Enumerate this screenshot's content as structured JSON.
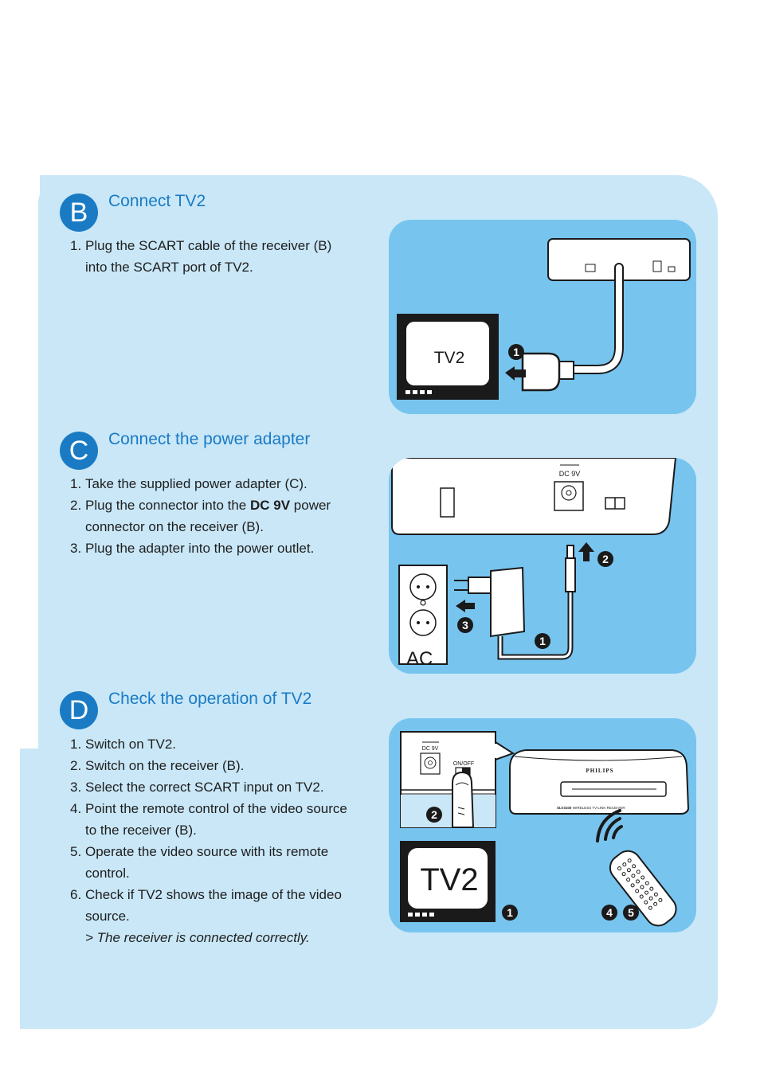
{
  "sections": [
    {
      "letter": "B",
      "title": "Connect TV2",
      "steps": [
        {
          "n": "1.",
          "text": "Plug the SCART cable of the receiver (B) into the SCART port of TV2."
        }
      ],
      "illustration": {
        "tv_label": "TV2",
        "callouts": [
          "1"
        ]
      }
    },
    {
      "letter": "C",
      "title": "Connect the power adapter",
      "steps": [
        {
          "n": "1.",
          "text": "Take the supplied power adapter (C)."
        },
        {
          "n": "2.",
          "pre": "Plug the connector into the ",
          "bold": "DC 9V",
          "post": " power connector on the receiver (B)."
        },
        {
          "n": "3.",
          "text": "Plug the adapter into the power outlet."
        }
      ],
      "illustration": {
        "dc_label": "DC 9V",
        "ac_label": "AC",
        "callouts": [
          "2",
          "3",
          "1"
        ]
      }
    },
    {
      "letter": "D",
      "title": "Check the operation of TV2",
      "steps": [
        {
          "n": "1.",
          "text": "Switch on TV2."
        },
        {
          "n": "2.",
          "text": "Switch on the receiver (B)."
        },
        {
          "n": "3.",
          "text": "Select the correct SCART input on TV2."
        },
        {
          "n": "4.",
          "text": "Point the remote control of the video source to the receiver (B)."
        },
        {
          "n": "5.",
          "text": "Operate the video source with its remote control."
        },
        {
          "n": "6.",
          "text": "Check if TV2 shows the image of the video source."
        }
      ],
      "note": "> The receiver is connected correctly.",
      "illustration": {
        "dc_label": "DC 9V",
        "switch_label": "ON/OFF",
        "brand": "PHILIPS",
        "model": "SLV3100",
        "device_desc": "WIRELESS TV-LINK RECEIVER",
        "tv_label": "TV2",
        "callouts": [
          "2",
          "1",
          "4",
          "5"
        ]
      }
    }
  ],
  "colors": {
    "accent": "#1a7bc4",
    "panel": "#c9e7f7",
    "illustration_bg": "#77c4ef"
  }
}
